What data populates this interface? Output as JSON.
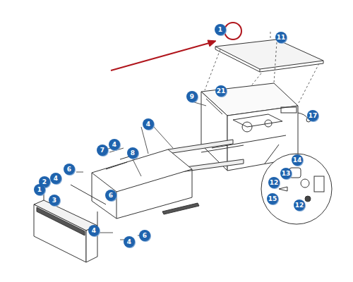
{
  "diagram": {
    "labels": [
      "1",
      "11",
      "9",
      "21",
      "17",
      "4",
      "8",
      "4",
      "7",
      "6",
      "4",
      "2",
      "1",
      "3",
      "6",
      "4",
      "4",
      "6",
      "14",
      "13",
      "12",
      "15",
      "12"
    ]
  }
}
